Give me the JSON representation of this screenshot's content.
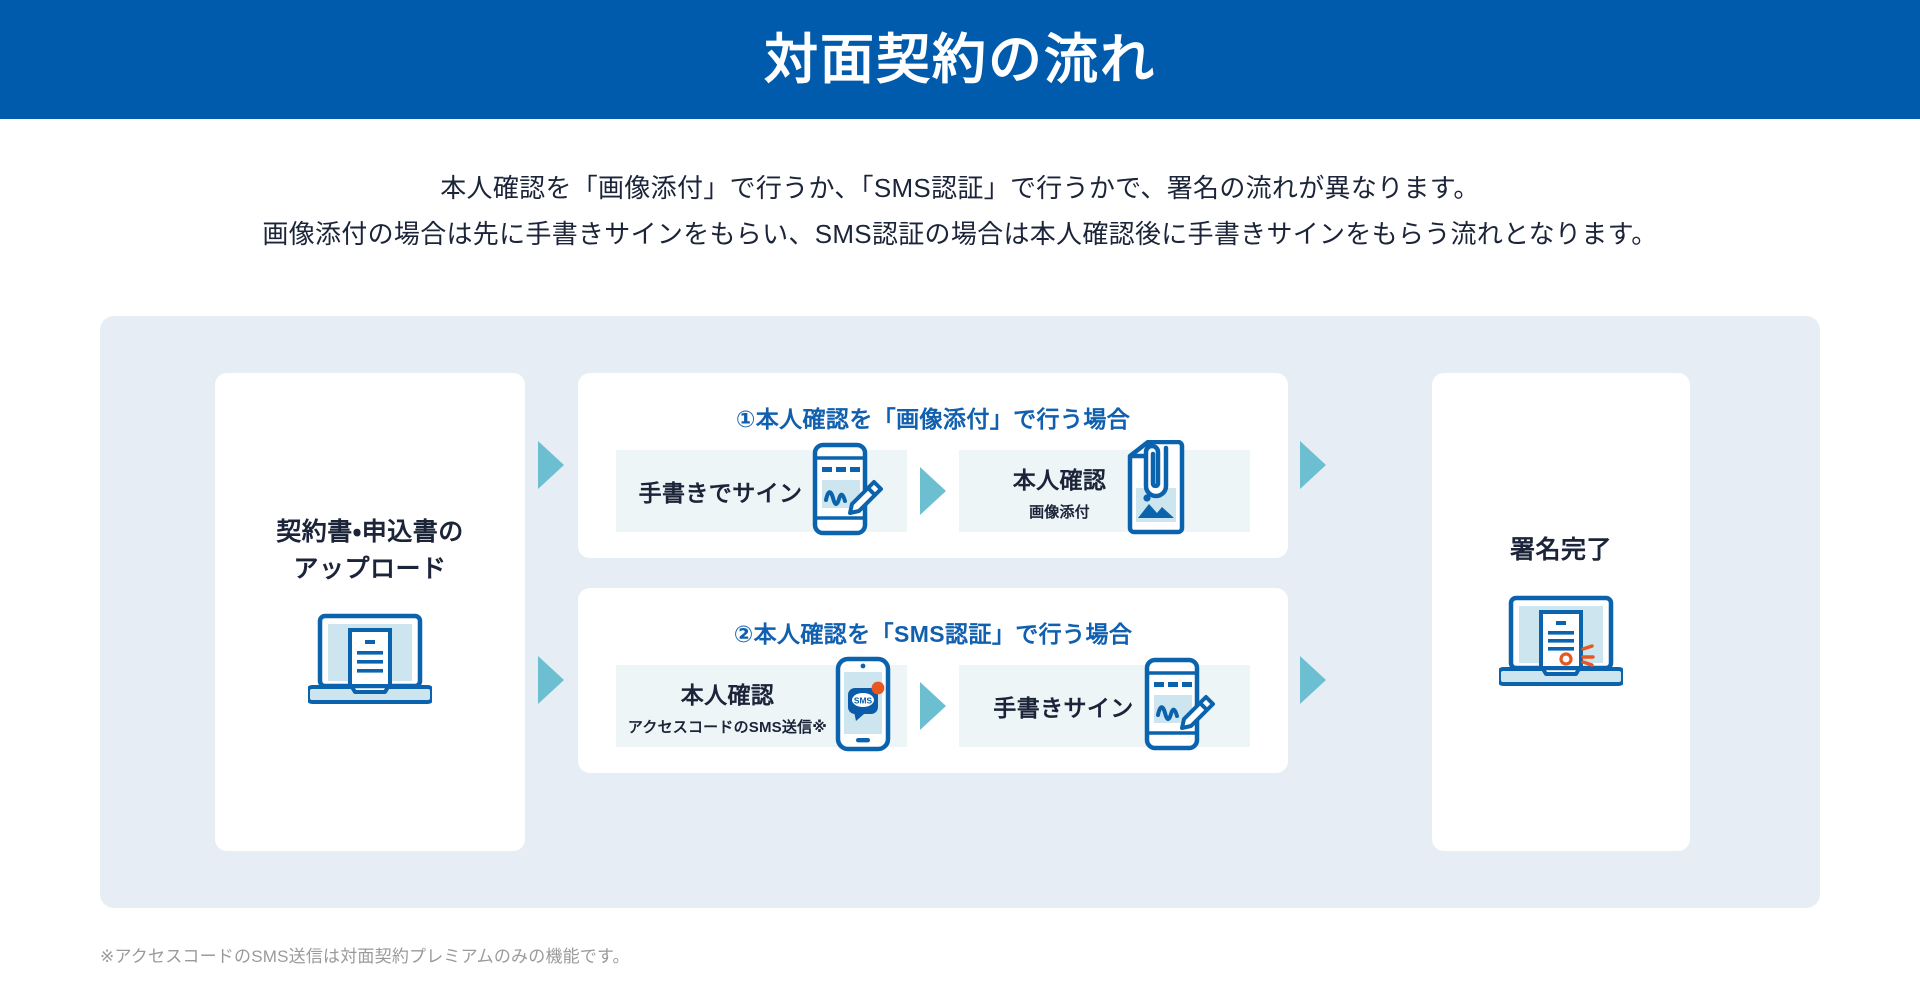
{
  "header": {
    "title": "対面契約の流れ",
    "bg_color": "#005bac",
    "text_color": "#ffffff"
  },
  "lead": {
    "line1": "本人確認を「画像添付」で行うか、「SMS認証」で行うかで、署名の流れが異なります。",
    "line2": "画像添付の場合は先に手書きサインをもらい、SMS認証の場合は本人確認後に手書きサインをもらう流れとなります。"
  },
  "diagram": {
    "panel_color": "#e7edf5",
    "card_color": "#ffffff",
    "step_box_color": "#edf5f7",
    "arrow_color": "#6cbfd0",
    "accent_blue": "#1160af",
    "icon_blue": "#0b63ad",
    "icon_light": "#cce5ef",
    "accent_orange": "#e8571f",
    "start_card": {
      "title_line1": "契約書・申込書の",
      "title_line2": "アップロード",
      "icon": "laptop-document-icon"
    },
    "branches": [
      {
        "id": "branch-one",
        "title": "①本人確認を「画像添付」で行う場合",
        "steps": [
          {
            "label": "手書きでサイン",
            "sub": "",
            "icon": "phone-signature-icon"
          },
          {
            "label": "本人確認",
            "sub": "画像添付",
            "icon": "document-attach-image-icon"
          }
        ]
      },
      {
        "id": "branch-two",
        "title": "②本人確認を「SMS認証」で行う場合",
        "steps": [
          {
            "label": "本人確認",
            "sub": "アクセスコードのSMS送信※",
            "icon": "phone-sms-icon"
          },
          {
            "label": "手書きサイン",
            "sub": "",
            "icon": "phone-signature-icon"
          }
        ]
      }
    ],
    "finish_card": {
      "title": "署名完了",
      "icon": "laptop-signed-document-icon"
    }
  },
  "footnote": {
    "text": "※アクセスコードのSMS送信は対面契約プレミアムのみの機能です。"
  }
}
